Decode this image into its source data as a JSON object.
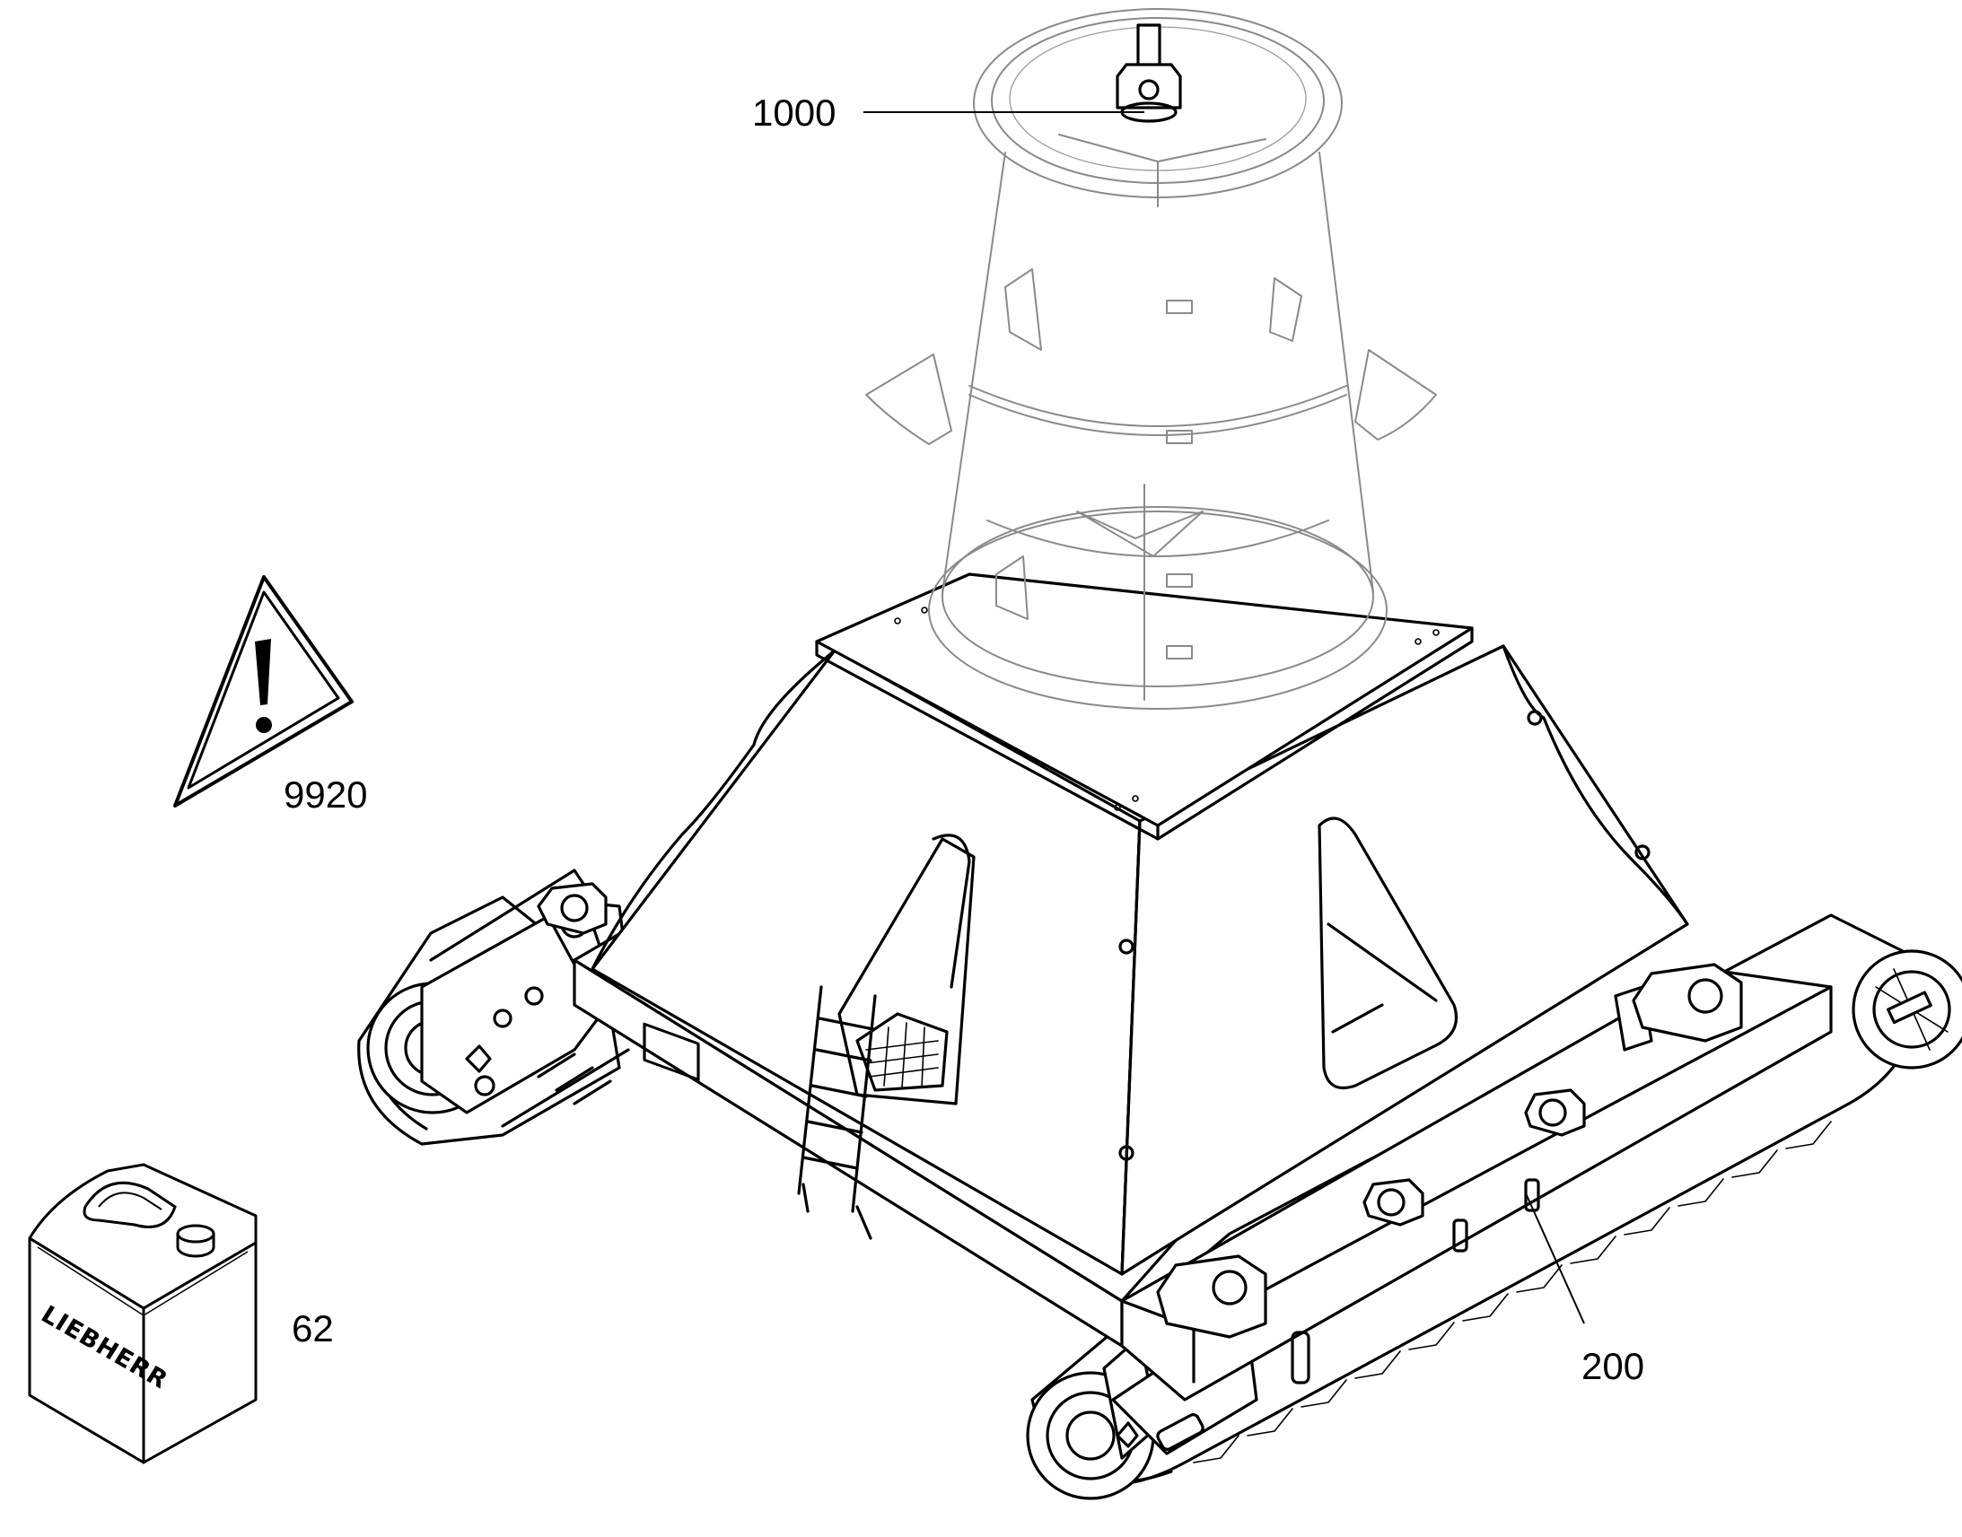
{
  "callouts": {
    "tower_top_fitting": "1000",
    "warning_sign": "9920",
    "lubricant_canister": "62",
    "undercarriage": "200"
  },
  "canister": {
    "logo": "LIEBHERR"
  },
  "colors": {
    "line": "#000000",
    "hidden_part": "#8a8a8a",
    "background": "#ffffff"
  },
  "icons": {
    "warning_sign": "warning-triangle-icon",
    "canister": "jerrycan-icon"
  }
}
